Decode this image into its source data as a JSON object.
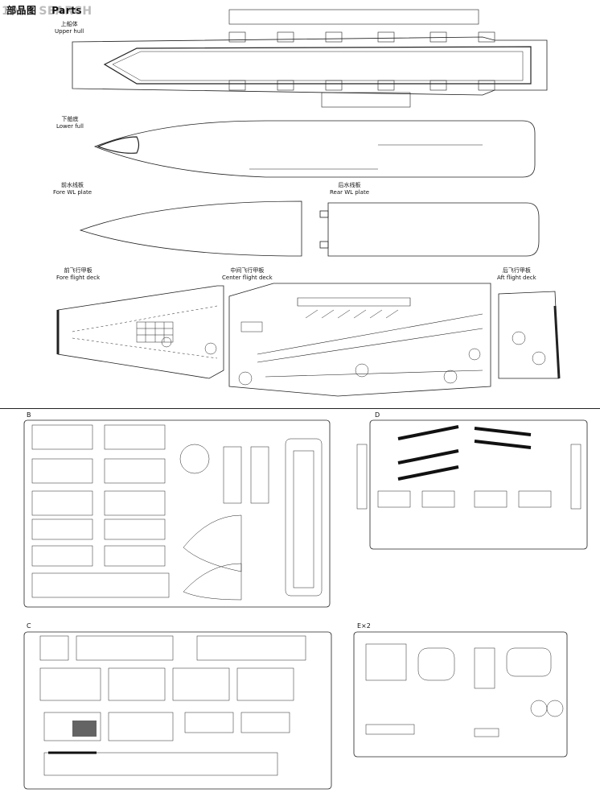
{
  "header": {
    "watermark": "1999 SEARCH",
    "title_cn": "部品图",
    "title_en": "Parts"
  },
  "parts": {
    "upper_hull": {
      "cn": "上船体",
      "en": "Upper hull"
    },
    "lower_hull": {
      "cn": "下舶底",
      "en": "Lower full"
    },
    "fore_wl": {
      "cn": "前水线板",
      "en": "Fore WL plate"
    },
    "rear_wl": {
      "cn": "后水线板",
      "en": "Rear WL plate"
    },
    "fore_deck": {
      "cn": "前飞行甲板",
      "en": "Fore flight deck"
    },
    "center_deck": {
      "cn": "中间飞行甲板",
      "en": "Center flight deck"
    },
    "aft_deck": {
      "cn": "后飞行甲板",
      "en": "Aft flight deck"
    }
  },
  "sprues": {
    "b": "B",
    "d": "D",
    "c": "C",
    "e": "E×2"
  }
}
